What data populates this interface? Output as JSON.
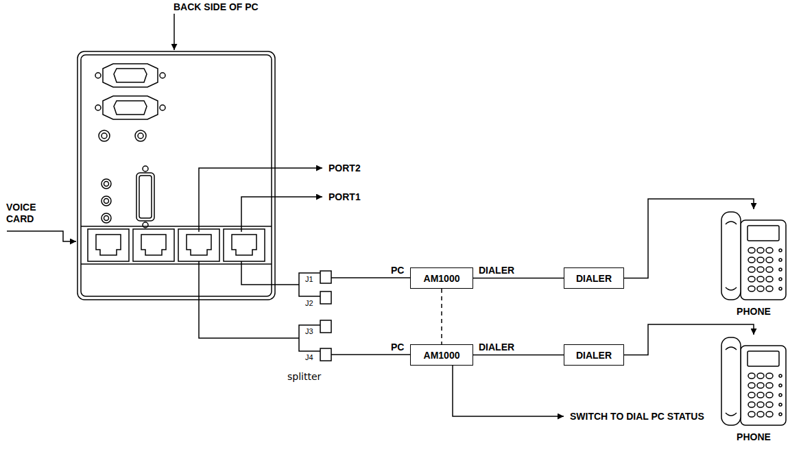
{
  "diagram": {
    "nodes": [
      {
        "text": [
          "AM1000"
        ]
      },
      {
        "text": [
          "DIALER"
        ]
      },
      {
        "text": [
          "PHONE"
        ]
      },
      {
        "text": [
          "AM1000"
        ]
      },
      {
        "text": [
          "DIALER"
        ]
      },
      {
        "text": [
          "PHONE"
        ]
      }
    ],
    "edges": [
      {
        "from": 0,
        "to": 1,
        "arrow": "none"
      },
      {
        "from": 1,
        "to": 2,
        "arrow": "to"
      },
      {
        "from": 0,
        "to": 3,
        "arrow": "none"
      },
      {
        "from": 3,
        "to": 4,
        "arrow": "none"
      },
      {
        "from": 4,
        "to": 5,
        "arrow": "to"
      }
    ],
    "labels": [
      "BACK SIDE OF PC",
      "VOICE CARD",
      "PORT2",
      "PORT1",
      "J1",
      "J2",
      "J3",
      "J4",
      "splitter",
      "PC",
      "DIALER",
      "PC",
      "DIALER",
      "SWITCH TO DIAL PC STATUS"
    ]
  }
}
